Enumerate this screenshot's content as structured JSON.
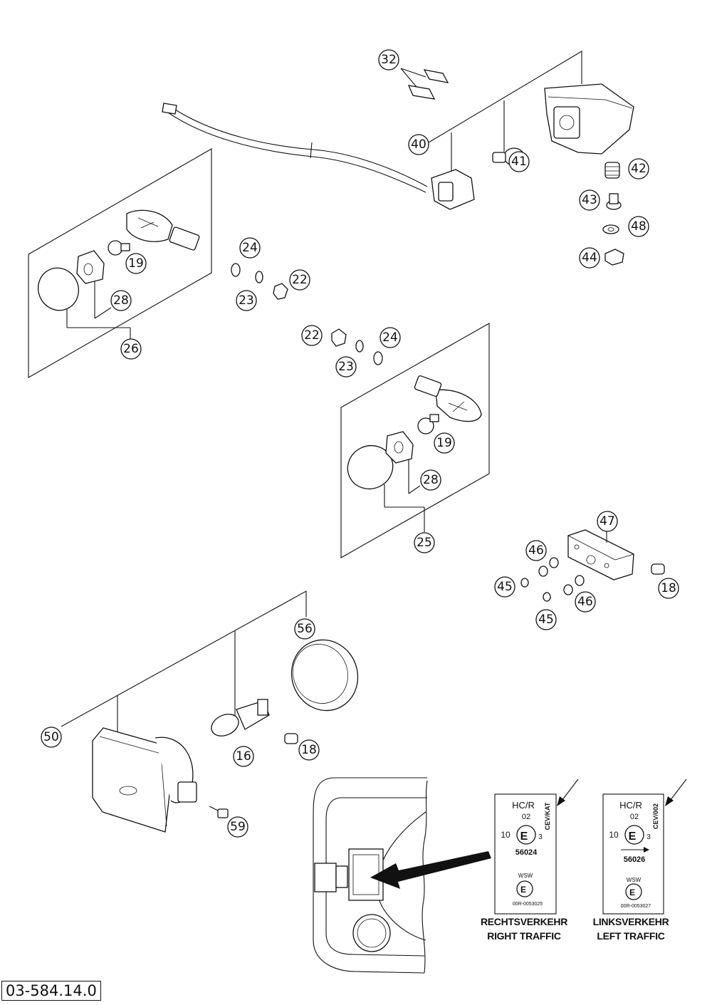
{
  "drawing_number": "03-584.14.0",
  "callouts": [
    {
      "id": "c32",
      "label": "32"
    },
    {
      "id": "c40",
      "label": "40"
    },
    {
      "id": "c41",
      "label": "41"
    },
    {
      "id": "c42",
      "label": "42"
    },
    {
      "id": "c43",
      "label": "43"
    },
    {
      "id": "c48",
      "label": "48"
    },
    {
      "id": "c44",
      "label": "44"
    },
    {
      "id": "c24a",
      "label": "24"
    },
    {
      "id": "c22a",
      "label": "22"
    },
    {
      "id": "c23a",
      "label": "23"
    },
    {
      "id": "c19a",
      "label": "19"
    },
    {
      "id": "c28a",
      "label": "28"
    },
    {
      "id": "c26",
      "label": "26"
    },
    {
      "id": "c22b",
      "label": "22"
    },
    {
      "id": "c24b",
      "label": "24"
    },
    {
      "id": "c23b",
      "label": "23"
    },
    {
      "id": "c19b",
      "label": "19"
    },
    {
      "id": "c28b",
      "label": "28"
    },
    {
      "id": "c25",
      "label": "25"
    },
    {
      "id": "c47",
      "label": "47"
    },
    {
      "id": "c46a",
      "label": "46"
    },
    {
      "id": "c45a",
      "label": "45"
    },
    {
      "id": "c46b",
      "label": "46"
    },
    {
      "id": "c45b",
      "label": "45"
    },
    {
      "id": "c18a",
      "label": "18"
    },
    {
      "id": "c56",
      "label": "56"
    },
    {
      "id": "c50",
      "label": "50"
    },
    {
      "id": "c16",
      "label": "16"
    },
    {
      "id": "c18b",
      "label": "18"
    },
    {
      "id": "c59",
      "label": "59"
    }
  ],
  "labels": {
    "right": {
      "hcr": "HC/R",
      "n02": "02",
      "n10": "10",
      "e3": "E",
      "e3sub": "3",
      "code": "56024",
      "side": "CEV/KAT",
      "wsw": "WSW",
      "small": "00R-0053025"
    },
    "left": {
      "hcr": "HC/R",
      "n02": "02",
      "n10": "10",
      "e3": "E",
      "e3sub": "3",
      "code": "56026",
      "side": "CEV/002",
      "wsw": "WSW",
      "small": "00R-0053027"
    }
  },
  "captions": {
    "right_de": "RECHTSVERKEHR",
    "right_en": "RIGHT TRAFFIC",
    "left_de": "LINKSVERKEHR",
    "left_en": "LEFT TRAFFIC"
  }
}
